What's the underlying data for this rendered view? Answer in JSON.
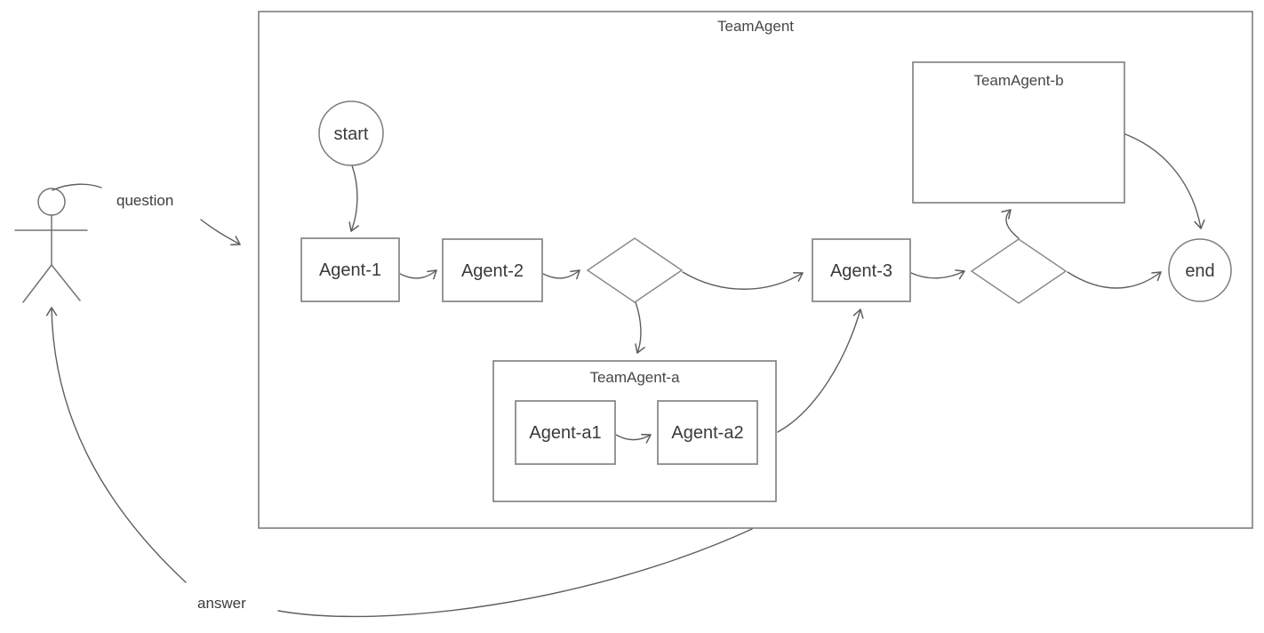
{
  "canvas": {
    "background_color": "#ffffff",
    "line_color": "#5f5f5f",
    "border_color": "#8a8a8a",
    "text_color": "#3a3a3a"
  },
  "outer_group": {
    "title": "TeamAgent"
  },
  "nodes": {
    "start": {
      "label": "start"
    },
    "agent_1": {
      "label": "Agent-1"
    },
    "agent_2": {
      "label": "Agent-2"
    },
    "agent_3": {
      "label": "Agent-3"
    },
    "end": {
      "label": "end"
    }
  },
  "subgroup_a": {
    "title": "TeamAgent-a",
    "nodes": {
      "agent_a1": {
        "label": "Agent-a1"
      },
      "agent_a2": {
        "label": "Agent-a2"
      }
    }
  },
  "subgroup_b": {
    "title": "TeamAgent-b"
  },
  "actor": {
    "question_label": "question",
    "answer_label": "answer"
  }
}
